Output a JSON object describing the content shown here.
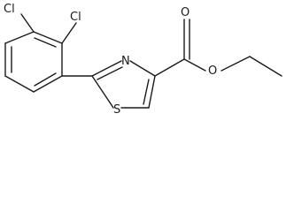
{
  "molecule": {
    "atoms": {
      "cl_upper_left": "Cl",
      "cl_upper_right": "Cl",
      "nitrogen": "N",
      "sulfur": "S",
      "carbonyl_oxygen": "O",
      "ester_oxygen": "O"
    }
  }
}
